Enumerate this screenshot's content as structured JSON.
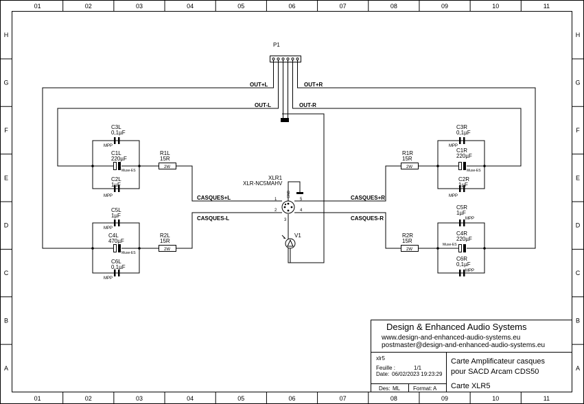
{
  "frame": {
    "columns": [
      "01",
      "02",
      "03",
      "04",
      "05",
      "06",
      "07",
      "08",
      "09",
      "10",
      "11"
    ],
    "rows": [
      "H",
      "G",
      "F",
      "E",
      "D",
      "C",
      "B",
      "A"
    ]
  },
  "connector": {
    "ref": "P1"
  },
  "nets": {
    "out_pos_l": "OUT+L",
    "out_pos_r": "OUT+R",
    "out_neg_l": "OUT-L",
    "out_neg_r": "OUT-R",
    "casques_pos_l": "CASQUES+L",
    "casques_pos_r": "CASQUES+R",
    "casques_neg_l": "CASQUES-L",
    "casques_neg_r": "CASQUES-R"
  },
  "components": {
    "c3l": {
      "ref": "C3L",
      "value": "0,1µF",
      "type": "MPP"
    },
    "c1l": {
      "ref": "C1L",
      "value": "220µF",
      "type": "Muse-ES"
    },
    "c2l": {
      "ref": "C2L",
      "value": "1µF",
      "type": "MPP"
    },
    "r1l": {
      "ref": "R1L",
      "value": "15R",
      "power": "2W"
    },
    "c5l": {
      "ref": "C5L",
      "value": "1µF",
      "type": "MPP"
    },
    "c4l": {
      "ref": "C4L",
      "value": "470µF",
      "type": "Muse-ES"
    },
    "c6l": {
      "ref": "C6L",
      "value": "0,1µF",
      "type": "MPP"
    },
    "r2l": {
      "ref": "R2L",
      "value": "15R",
      "power": "2W"
    },
    "c3r": {
      "ref": "C3R",
      "value": "0,1µF",
      "type": "MPP"
    },
    "c1r": {
      "ref": "C1R",
      "value": "220µF",
      "type": "Muse-ES"
    },
    "c2r": {
      "ref": "C2R",
      "value": "1µF",
      "type": "MPP"
    },
    "r1r": {
      "ref": "R1R",
      "value": "15R",
      "power": "2W"
    },
    "c5r": {
      "ref": "C5R",
      "value": "1µF",
      "type": "MPP"
    },
    "c4r": {
      "ref": "C4R",
      "value": "220µF",
      "type": "Muse-ES"
    },
    "c6r": {
      "ref": "C6R",
      "value": "0,1µF",
      "type": "MPP"
    },
    "r2r": {
      "ref": "R2R",
      "value": "15R",
      "power": "2W"
    },
    "xlr": {
      "ref": "XLR1",
      "value": "XLR-NC5MAHV",
      "pin1": "1",
      "pin2": "2",
      "pin3": "3",
      "pin4": "4",
      "pin5": "5",
      "gnd": "GND"
    },
    "v1": {
      "ref": "V1"
    }
  },
  "title_block": {
    "company": "Design & Enhanced Audio Systems",
    "website": "www.design-and-enhanced-audio-systems.eu",
    "email": "postmaster@design-and-enhanced-audio-systems.eu",
    "file": "xlr5",
    "sheet_label": "Feuille :",
    "sheet_value": "1/1",
    "date_label": "Date:",
    "date_value": "06/02/2023  19:23:29",
    "des_label": "Des:",
    "des_value": "ML",
    "format_label": "Format:",
    "format_value": "A",
    "title_line1": "Carte Amplificateur casques",
    "title_line2": "pour SACD Arcam CDS50",
    "title_line3": "Carte XLR5"
  }
}
